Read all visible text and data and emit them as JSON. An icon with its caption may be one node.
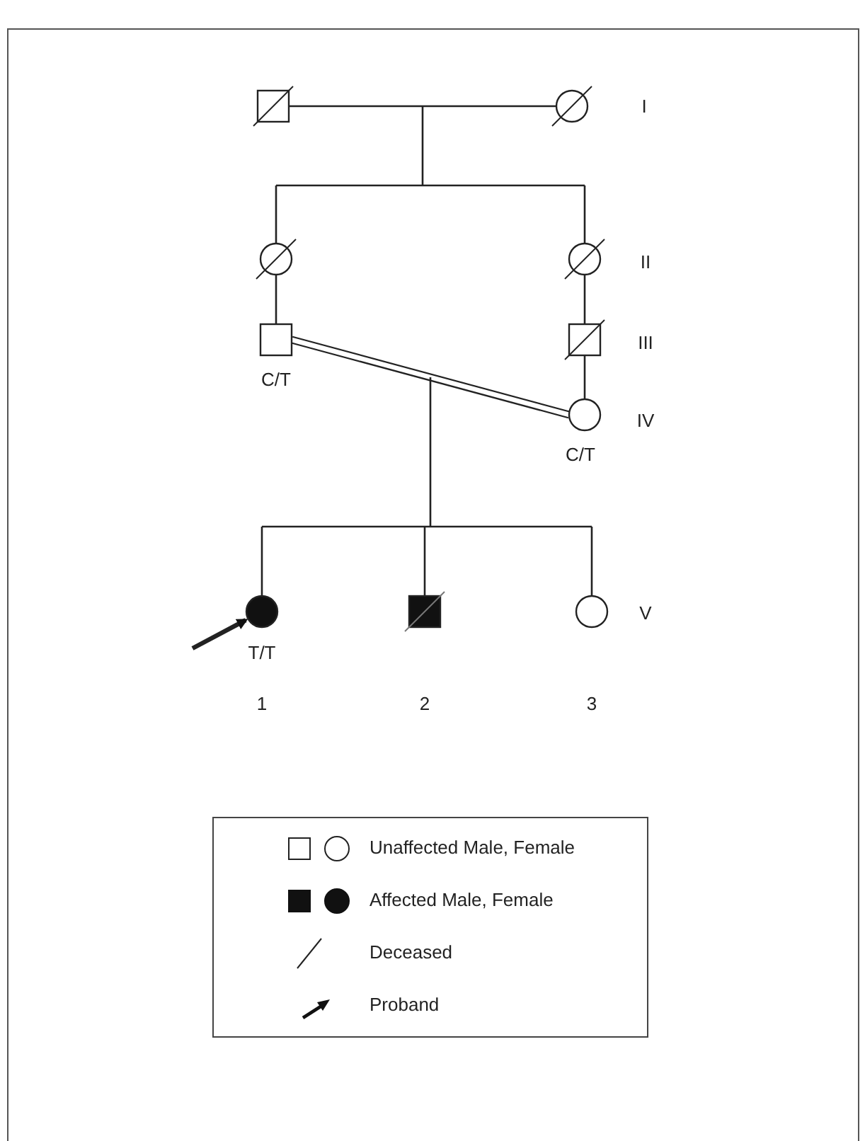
{
  "diagram": {
    "nodes": [
      {
        "text": [],
        "shape": "box"
      },
      {
        "text": [],
        "shape": "circle"
      },
      {
        "text": [],
        "shape": "circle"
      },
      {
        "text": [],
        "shape": "circle"
      },
      {
        "text": [],
        "shape": "box",
        "beside": [
          "C/T"
        ]
      },
      {
        "text": [],
        "shape": "box"
      },
      {
        "text": [],
        "shape": "circle",
        "beside": [
          "C/T"
        ]
      },
      {
        "text": [],
        "shape": "circle",
        "beside": [
          "T/T"
        ]
      },
      {
        "text": [],
        "shape": "box"
      },
      {
        "text": [],
        "shape": "circle"
      }
    ],
    "edges": [
      {
        "from": 0,
        "to": 1,
        "arrow": "none"
      },
      {
        "from": 0,
        "to": 2,
        "arrow": "none"
      },
      {
        "from": 0,
        "to": 3,
        "arrow": "none"
      },
      {
        "from": 1,
        "to": 2,
        "arrow": "none"
      },
      {
        "from": 1,
        "to": 3,
        "arrow": "none"
      },
      {
        "from": 2,
        "to": 4,
        "arrow": "none"
      },
      {
        "from": 3,
        "to": 5,
        "arrow": "none"
      },
      {
        "from": 5,
        "to": 6,
        "arrow": "none"
      },
      {
        "from": 4,
        "to": 6,
        "arrow": "none"
      },
      {
        "from": 4,
        "to": 7,
        "arrow": "none"
      },
      {
        "from": 4,
        "to": 8,
        "arrow": "none"
      },
      {
        "from": 4,
        "to": 9,
        "arrow": "none"
      },
      {
        "from": 6,
        "to": 7,
        "arrow": "none"
      },
      {
        "from": 6,
        "to": 8,
        "arrow": "none"
      },
      {
        "from": 6,
        "to": 9,
        "arrow": "none"
      },
      {
        "from": null,
        "to": 7,
        "arrow": "to",
        "style": "thick"
      }
    ],
    "labels": [
      "I",
      "II",
      "III",
      "IV",
      "V",
      "1",
      "2",
      "3"
    ],
    "legend": [
      {
        "text": "Unaffected Male, Female"
      },
      {
        "text": "Affected Male, Female"
      },
      {
        "text": "Deceased"
      },
      {
        "text": "Proband"
      }
    ]
  }
}
